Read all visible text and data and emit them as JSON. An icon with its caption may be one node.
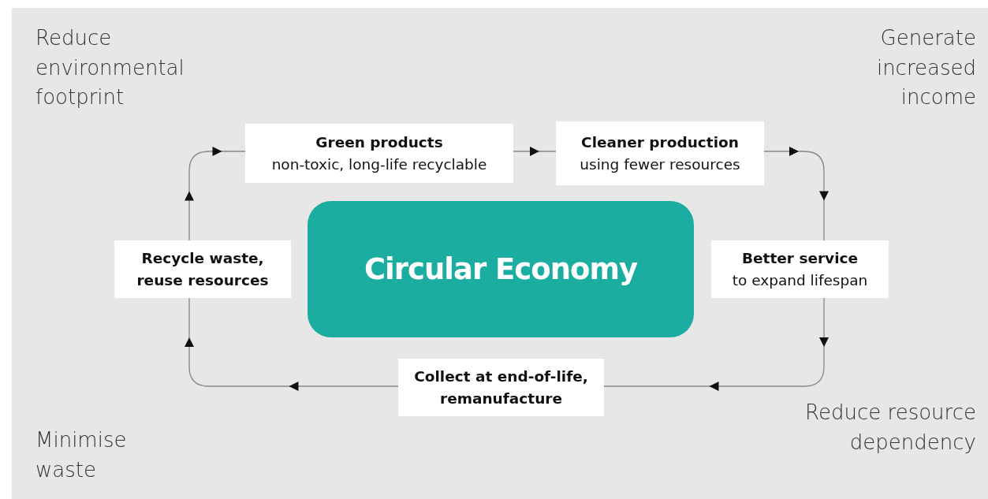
{
  "diagram": {
    "nodes": [
      {
        "text": [
          "Green products",
          "non-toxic, long-life recyclable"
        ]
      },
      {
        "text": [
          "Cleaner production",
          "using fewer resources"
        ]
      },
      {
        "text": [
          "Better service",
          "to expand lifespan"
        ]
      },
      {
        "text": [
          "Collect at end-of-life, remanufacture"
        ]
      },
      {
        "text": [
          "Recycle waste, reuse resources"
        ]
      },
      {
        "text": [
          "Circular Economy"
        ]
      }
    ],
    "edges": [
      {
        "from": 0,
        "to": 1,
        "arrow": "to"
      },
      {
        "from": 1,
        "to": 2,
        "arrow": "to"
      },
      {
        "from": 2,
        "to": 3,
        "arrow": "to"
      },
      {
        "from": 3,
        "to": 4,
        "arrow": "to"
      },
      {
        "from": 4,
        "to": 0,
        "arrow": "to"
      }
    ],
    "labels": [
      "Reduce environmental footprint",
      "Generate increased income",
      "Minimise waste",
      "Reduce resource dependency"
    ]
  }
}
